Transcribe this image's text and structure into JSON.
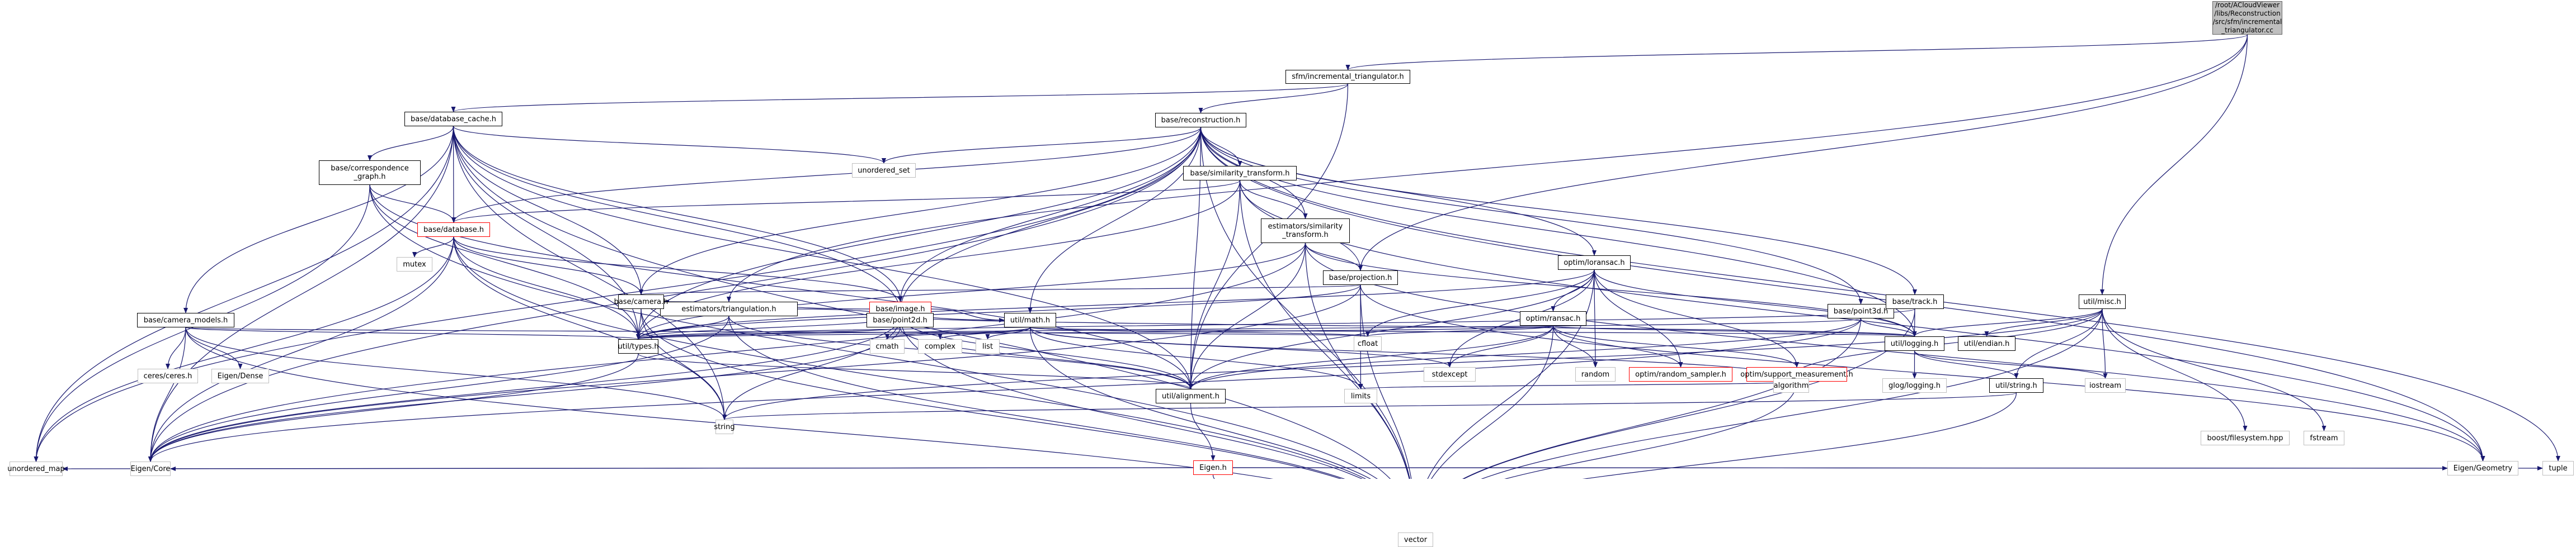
{
  "diagram": {
    "title": "Include dependency graph",
    "edge_color": "#191970",
    "legend_colors": {
      "root_fill": "#bfbfbf",
      "documented_border": "#000000",
      "system_border": "#bfbfbf",
      "undocumented_border": "#ff0000"
    },
    "nodes": [
      {
        "id": "root",
        "label": "/root/ACloudViewer\n/libs/Reconstruction\n/src/sfm/incremental\n_triangulator.cc",
        "kind": "root"
      },
      {
        "id": "sfm_inc_tri",
        "label": "sfm/incremental_triangulator.h",
        "kind": "local"
      },
      {
        "id": "db_cache",
        "label": "base/database_cache.h",
        "kind": "local"
      },
      {
        "id": "reconstruction",
        "label": "base/reconstruction.h",
        "kind": "local"
      },
      {
        "id": "unordered_set",
        "label": "unordered_set",
        "kind": "system"
      },
      {
        "id": "corr_graph",
        "label": "base/correspondence\n_graph.h",
        "kind": "local"
      },
      {
        "id": "sim_tf",
        "label": "base/similarity_transform.h",
        "kind": "local"
      },
      {
        "id": "database",
        "label": "base/database.h",
        "kind": "nodoc"
      },
      {
        "id": "est_sim_tf",
        "label": "estimators/similarity\n_transform.h",
        "kind": "local"
      },
      {
        "id": "mutex",
        "label": "mutex",
        "kind": "system"
      },
      {
        "id": "est_tri",
        "label": "estimators/triangulation.h",
        "kind": "local"
      },
      {
        "id": "image",
        "label": "base/image.h",
        "kind": "nodoc"
      },
      {
        "id": "projection",
        "label": "base/projection.h",
        "kind": "local"
      },
      {
        "id": "loransac",
        "label": "optim/loransac.h",
        "kind": "local"
      },
      {
        "id": "point3d",
        "label": "base/point3d.h",
        "kind": "local"
      },
      {
        "id": "camera_models",
        "label": "base/camera_models.h",
        "kind": "local"
      },
      {
        "id": "camera",
        "label": "base/camera.h",
        "kind": "local"
      },
      {
        "id": "point2d",
        "label": "base/point2d.h",
        "kind": "local"
      },
      {
        "id": "math",
        "label": "util/math.h",
        "kind": "local"
      },
      {
        "id": "ransac",
        "label": "optim/ransac.h",
        "kind": "local"
      },
      {
        "id": "track",
        "label": "base/track.h",
        "kind": "local"
      },
      {
        "id": "misc",
        "label": "util/misc.h",
        "kind": "local"
      },
      {
        "id": "ceres",
        "label": "ceres/ceres.h",
        "kind": "system"
      },
      {
        "id": "eigen_dense",
        "label": "Eigen/Dense",
        "kind": "system"
      },
      {
        "id": "types",
        "label": "util/types.h",
        "kind": "local"
      },
      {
        "id": "cmath",
        "label": "cmath",
        "kind": "system"
      },
      {
        "id": "complex",
        "label": "complex",
        "kind": "system"
      },
      {
        "id": "list",
        "label": "list",
        "kind": "system"
      },
      {
        "id": "cfloat",
        "label": "cfloat",
        "kind": "system"
      },
      {
        "id": "stdexcept",
        "label": "stdexcept",
        "kind": "system"
      },
      {
        "id": "random",
        "label": "random",
        "kind": "system"
      },
      {
        "id": "random_sampler",
        "label": "optim/random_sampler.h",
        "kind": "nodoc"
      },
      {
        "id": "support_meas",
        "label": "optim/support_measurement.h",
        "kind": "nodoc"
      },
      {
        "id": "logging",
        "label": "util/logging.h",
        "kind": "local"
      },
      {
        "id": "endian",
        "label": "util/endian.h",
        "kind": "local"
      },
      {
        "id": "boost_fs",
        "label": "boost/filesystem.hpp",
        "kind": "system"
      },
      {
        "id": "fstream",
        "label": "fstream",
        "kind": "system"
      },
      {
        "id": "alignment",
        "label": "util/alignment.h",
        "kind": "local"
      },
      {
        "id": "limits",
        "label": "limits",
        "kind": "system"
      },
      {
        "id": "algorithm",
        "label": "algorithm",
        "kind": "system"
      },
      {
        "id": "glog",
        "label": "glog/logging.h",
        "kind": "system"
      },
      {
        "id": "ustring",
        "label": "util/string.h",
        "kind": "local"
      },
      {
        "id": "iostream",
        "label": "iostream",
        "kind": "system"
      },
      {
        "id": "string",
        "label": "string",
        "kind": "system"
      },
      {
        "id": "eigen_h",
        "label": "Eigen.h",
        "kind": "nodoc"
      },
      {
        "id": "unordered_map",
        "label": "unordered_map",
        "kind": "system"
      },
      {
        "id": "eigen_core",
        "label": "Eigen/Core",
        "kind": "system"
      },
      {
        "id": "vector",
        "label": "vector",
        "kind": "system"
      },
      {
        "id": "eigen_geometry",
        "label": "Eigen/Geometry",
        "kind": "system"
      },
      {
        "id": "tuple",
        "label": "tuple",
        "kind": "system"
      }
    ],
    "edges": [
      [
        "root",
        "sfm_inc_tri"
      ],
      [
        "root",
        "est_tri"
      ],
      [
        "root",
        "projection"
      ],
      [
        "root",
        "misc"
      ],
      [
        "sfm_inc_tri",
        "db_cache"
      ],
      [
        "sfm_inc_tri",
        "reconstruction"
      ],
      [
        "sfm_inc_tri",
        "alignment"
      ],
      [
        "db_cache",
        "corr_graph"
      ],
      [
        "db_cache",
        "database"
      ],
      [
        "db_cache",
        "camera_models"
      ],
      [
        "db_cache",
        "camera"
      ],
      [
        "db_cache",
        "image"
      ],
      [
        "db_cache",
        "types"
      ],
      [
        "db_cache",
        "unordered_set"
      ],
      [
        "db_cache",
        "unordered_map"
      ],
      [
        "db_cache",
        "eigen_core"
      ],
      [
        "db_cache",
        "vector"
      ],
      [
        "db_cache",
        "alignment"
      ],
      [
        "db_cache",
        "string"
      ],
      [
        "db_cache",
        "point2d"
      ],
      [
        "reconstruction",
        "unordered_set"
      ],
      [
        "reconstruction",
        "sim_tf"
      ],
      [
        "reconstruction",
        "est_sim_tf"
      ],
      [
        "reconstruction",
        "database"
      ],
      [
        "reconstruction",
        "image"
      ],
      [
        "reconstruction",
        "camera"
      ],
      [
        "reconstruction",
        "point2d"
      ],
      [
        "reconstruction",
        "point3d"
      ],
      [
        "reconstruction",
        "track"
      ],
      [
        "reconstruction",
        "types"
      ],
      [
        "reconstruction",
        "alignment"
      ],
      [
        "reconstruction",
        "loransac"
      ],
      [
        "reconstruction",
        "logging"
      ],
      [
        "reconstruction",
        "unordered_map"
      ],
      [
        "reconstruction",
        "vector"
      ],
      [
        "reconstruction",
        "tuple"
      ],
      [
        "reconstruction",
        "eigen_core"
      ],
      [
        "reconstruction",
        "math"
      ],
      [
        "reconstruction",
        "eigen_geometry"
      ],
      [
        "corr_graph",
        "database"
      ],
      [
        "corr_graph",
        "types"
      ],
      [
        "corr_graph",
        "unordered_map"
      ],
      [
        "corr_graph",
        "vector"
      ],
      [
        "corr_graph",
        "alignment"
      ],
      [
        "sim_tf",
        "est_sim_tf"
      ],
      [
        "sim_tf",
        "projection"
      ],
      [
        "sim_tf",
        "database"
      ],
      [
        "sim_tf",
        "types"
      ],
      [
        "sim_tf",
        "alignment"
      ],
      [
        "sim_tf",
        "vector"
      ],
      [
        "sim_tf",
        "eigen_geometry"
      ],
      [
        "est_sim_tf",
        "projection"
      ],
      [
        "est_sim_tf",
        "types"
      ],
      [
        "est_sim_tf",
        "alignment"
      ],
      [
        "est_sim_tf",
        "logging"
      ],
      [
        "est_sim_tf",
        "vector"
      ],
      [
        "est_sim_tf",
        "eigen_core"
      ],
      [
        "est_sim_tf",
        "eigen_geometry"
      ],
      [
        "database",
        "mutex"
      ],
      [
        "database",
        "camera"
      ],
      [
        "database",
        "image"
      ],
      [
        "database",
        "types"
      ],
      [
        "database",
        "unordered_map"
      ],
      [
        "database",
        "eigen_core"
      ],
      [
        "database",
        "vector"
      ],
      [
        "database",
        "string"
      ],
      [
        "est_tri",
        "camera"
      ],
      [
        "est_tri",
        "types"
      ],
      [
        "est_tri",
        "alignment"
      ],
      [
        "est_tri",
        "math"
      ],
      [
        "est_tri",
        "eigen_core"
      ],
      [
        "est_tri",
        "vector"
      ],
      [
        "image",
        "camera"
      ],
      [
        "image",
        "point2d"
      ],
      [
        "image",
        "math"
      ],
      [
        "image",
        "types"
      ],
      [
        "image",
        "logging"
      ],
      [
        "image",
        "alignment"
      ],
      [
        "image",
        "string"
      ],
      [
        "image",
        "vector"
      ],
      [
        "image",
        "eigen_core"
      ],
      [
        "projection",
        "camera"
      ],
      [
        "projection",
        "types"
      ],
      [
        "projection",
        "limits"
      ],
      [
        "projection",
        "vector"
      ],
      [
        "projection",
        "eigen_core"
      ],
      [
        "projection",
        "eigen_geometry"
      ],
      [
        "loransac",
        "ransac"
      ],
      [
        "loransac",
        "cfloat"
      ],
      [
        "loransac",
        "stdexcept"
      ],
      [
        "loransac",
        "random"
      ],
      [
        "loransac",
        "random_sampler"
      ],
      [
        "loransac",
        "support_meas"
      ],
      [
        "loransac",
        "logging"
      ],
      [
        "loransac",
        "alignment"
      ],
      [
        "loransac",
        "vector"
      ],
      [
        "loransac",
        "types"
      ],
      [
        "point3d",
        "track"
      ],
      [
        "point3d",
        "logging"
      ],
      [
        "point3d",
        "types"
      ],
      [
        "point3d",
        "alignment"
      ],
      [
        "point3d",
        "vector"
      ],
      [
        "point3d",
        "eigen_core"
      ],
      [
        "camera_models",
        "ceres"
      ],
      [
        "camera_models",
        "eigen_dense"
      ],
      [
        "camera_models",
        "types"
      ],
      [
        "camera_models",
        "eigen_core"
      ],
      [
        "camera_models",
        "vector"
      ],
      [
        "camera_models",
        "string"
      ],
      [
        "camera_models",
        "cfloat"
      ],
      [
        "camera",
        "types"
      ],
      [
        "camera",
        "vector"
      ],
      [
        "camera",
        "string"
      ],
      [
        "point2d",
        "types"
      ],
      [
        "point2d",
        "alignment"
      ],
      [
        "point2d",
        "eigen_core"
      ],
      [
        "math",
        "cmath"
      ],
      [
        "math",
        "complex"
      ],
      [
        "math",
        "list"
      ],
      [
        "math",
        "cfloat"
      ],
      [
        "math",
        "stdexcept"
      ],
      [
        "math",
        "limits"
      ],
      [
        "math",
        "algorithm"
      ],
      [
        "math",
        "logging"
      ],
      [
        "math",
        "vector"
      ],
      [
        "ransac",
        "cfloat"
      ],
      [
        "ransac",
        "stdexcept"
      ],
      [
        "ransac",
        "random"
      ],
      [
        "ransac",
        "random_sampler"
      ],
      [
        "ransac",
        "support_meas"
      ],
      [
        "ransac",
        "logging"
      ],
      [
        "ransac",
        "alignment"
      ],
      [
        "ransac",
        "vector"
      ],
      [
        "ransac",
        "types"
      ],
      [
        "track",
        "logging"
      ],
      [
        "track",
        "types"
      ],
      [
        "track",
        "vector"
      ],
      [
        "misc",
        "logging"
      ],
      [
        "misc",
        "endian"
      ],
      [
        "misc",
        "ustring"
      ],
      [
        "misc",
        "iostream"
      ],
      [
        "misc",
        "boost_fs"
      ],
      [
        "misc",
        "fstream"
      ],
      [
        "misc",
        "string"
      ],
      [
        "misc",
        "vector"
      ],
      [
        "misc",
        "algorithm"
      ],
      [
        "support_meas",
        "vector"
      ],
      [
        "support_meas",
        "limits"
      ],
      [
        "logging",
        "glog"
      ],
      [
        "logging",
        "ustring"
      ],
      [
        "logging",
        "iostream"
      ],
      [
        "ustring",
        "string"
      ],
      [
        "ustring",
        "vector"
      ],
      [
        "types",
        "eigen_core"
      ],
      [
        "types",
        "alignment"
      ],
      [
        "alignment",
        "eigen_h"
      ],
      [
        "eigen_h",
        "eigen_core"
      ],
      [
        "eigen_h",
        "unordered_map"
      ],
      [
        "eigen_h",
        "vector"
      ],
      [
        "eigen_h",
        "tuple"
      ],
      [
        "eigen_h",
        "eigen_geometry"
      ]
    ]
  }
}
